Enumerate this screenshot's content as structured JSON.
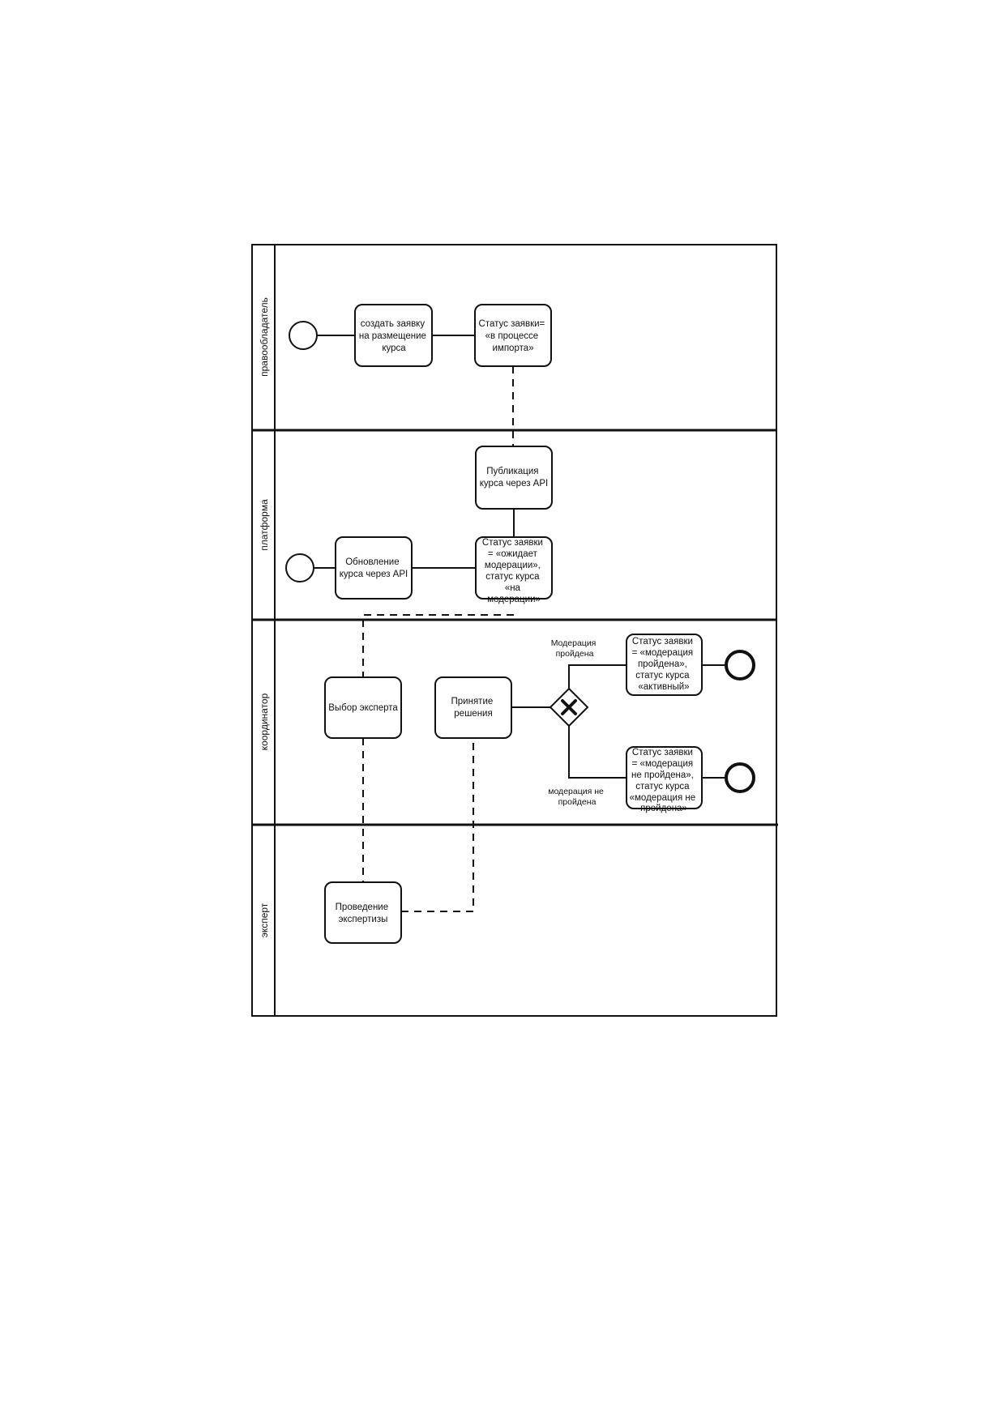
{
  "lanes": {
    "owner": "правообладатель",
    "platform": "платформа",
    "coordinator": "координатор",
    "expert": "эксперт"
  },
  "tasks": {
    "create_request": [
      "создать заявку",
      "на размещение",
      "курса"
    ],
    "status_import": [
      "Статус заявки=",
      "«в процессе",
      "импорта»"
    ],
    "publish_api": [
      "Публикация",
      "курса через API"
    ],
    "update_api": [
      "Обновление",
      "курса через API"
    ],
    "status_moderation": [
      "Статус заявки",
      "= «ожидает",
      "модерации»,",
      "статус курса",
      "«на",
      "модерации»"
    ],
    "choose_expert": [
      "Выбор эксперта"
    ],
    "decision": [
      "Принятие",
      "решения"
    ],
    "status_passed": [
      "Статус заявки",
      "= «модерация",
      "пройдена»,",
      "статус курса",
      "«активный»"
    ],
    "status_failed": [
      "Статус заявки",
      "= «модерация",
      "не пройдена»,",
      "статус курса",
      "«модерация не",
      "пройдена»"
    ],
    "expertise": [
      "Проведение",
      "экспертизы"
    ]
  },
  "conditions": {
    "passed": [
      "Модерация",
      "пройдена"
    ],
    "failed": [
      "модерация не",
      "пройдена"
    ]
  }
}
